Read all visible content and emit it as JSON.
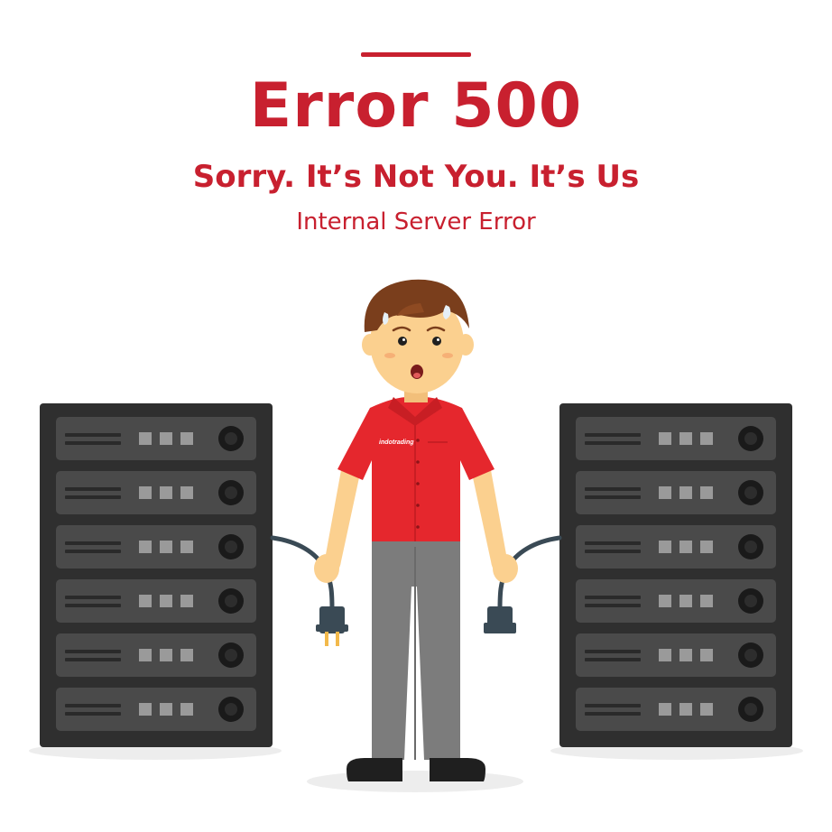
{
  "header": {
    "title": "Error 500",
    "subtitle": "Sorry. It’s Not You. It’s Us",
    "detail": "Internal Server Error"
  },
  "illustration": {
    "shirt_logo": "indotrading"
  },
  "colors": {
    "accent": "#c8202f",
    "shirt": "#e5272d",
    "rack": "#2f2f2f",
    "unit": "#4a4a4a",
    "pants": "#7c7c7c",
    "hair": "#7a3e1c",
    "skin": "#fbd08f"
  }
}
